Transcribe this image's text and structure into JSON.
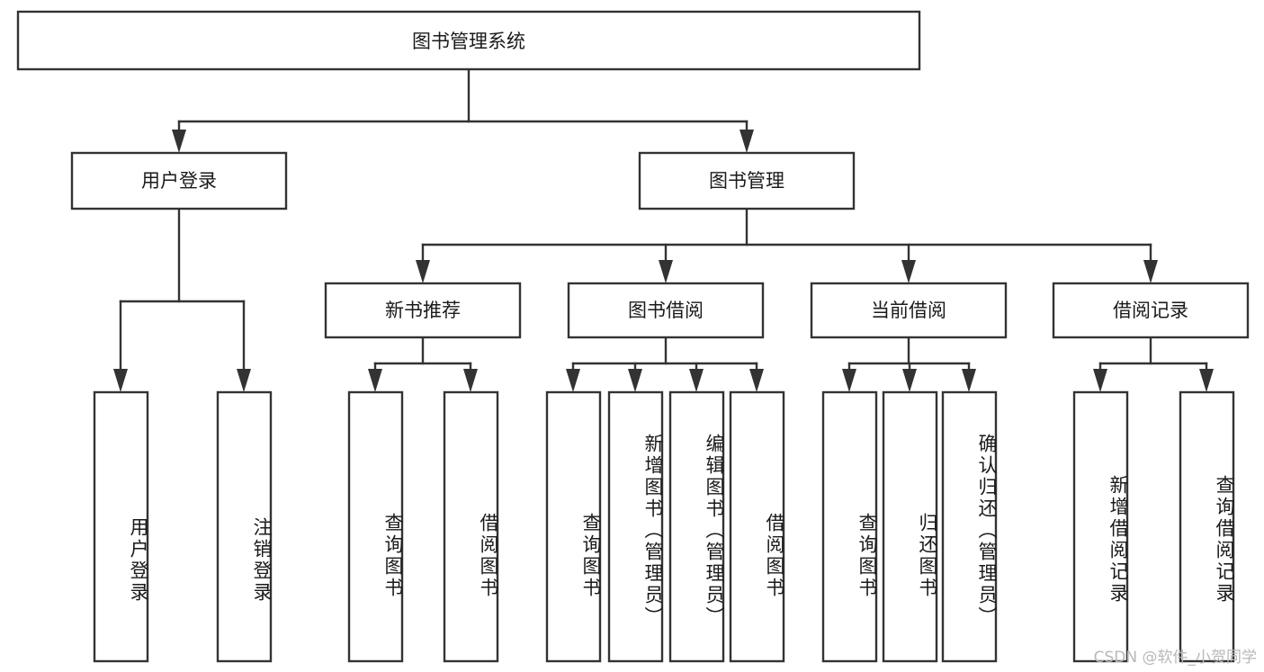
{
  "diagram": {
    "title_node": {
      "label": "图书管理系统"
    },
    "level2": [
      {
        "id": "user-login",
        "label": "用户登录"
      },
      {
        "id": "book-management",
        "label": "图书管理"
      }
    ],
    "level3": [
      {
        "id": "new-book-recommend",
        "label": "新书推荐"
      },
      {
        "id": "book-borrow",
        "label": "图书借阅"
      },
      {
        "id": "current-borrow",
        "label": "当前借阅"
      },
      {
        "id": "borrow-record",
        "label": "借阅记录"
      }
    ],
    "leaves": {
      "user_login": [
        {
          "id": "leaf-user-login",
          "label": "用户登录"
        },
        {
          "id": "leaf-logout",
          "label": "注销登录"
        }
      ],
      "new_book_recommend": [
        {
          "id": "leaf-query-book-1",
          "label": "查询图书"
        },
        {
          "id": "leaf-borrow-book-1",
          "label": "借阅图书"
        }
      ],
      "book_borrow": [
        {
          "id": "leaf-query-book-2",
          "label": "查询图书"
        },
        {
          "id": "leaf-add-book",
          "label": "新增图书（管理员）"
        },
        {
          "id": "leaf-edit-book",
          "label": "编辑图书（管理员）"
        },
        {
          "id": "leaf-borrow-book-2",
          "label": "借阅图书"
        }
      ],
      "current_borrow": [
        {
          "id": "leaf-query-book-3",
          "label": "查询图书"
        },
        {
          "id": "leaf-return-book",
          "label": "归还图书"
        },
        {
          "id": "leaf-confirm-return",
          "label": "确认归还（管理员）"
        }
      ],
      "borrow_record": [
        {
          "id": "leaf-add-record",
          "label": "新增借阅记录"
        },
        {
          "id": "leaf-query-record",
          "label": "查询借阅记录"
        }
      ]
    }
  },
  "watermark": {
    "text": "CSDN @软件_小贺同学"
  },
  "colors": {
    "stroke": "#333333",
    "fill": "#ffffff",
    "text": "#1a1a1a",
    "watermark": "#b8b8b8"
  }
}
